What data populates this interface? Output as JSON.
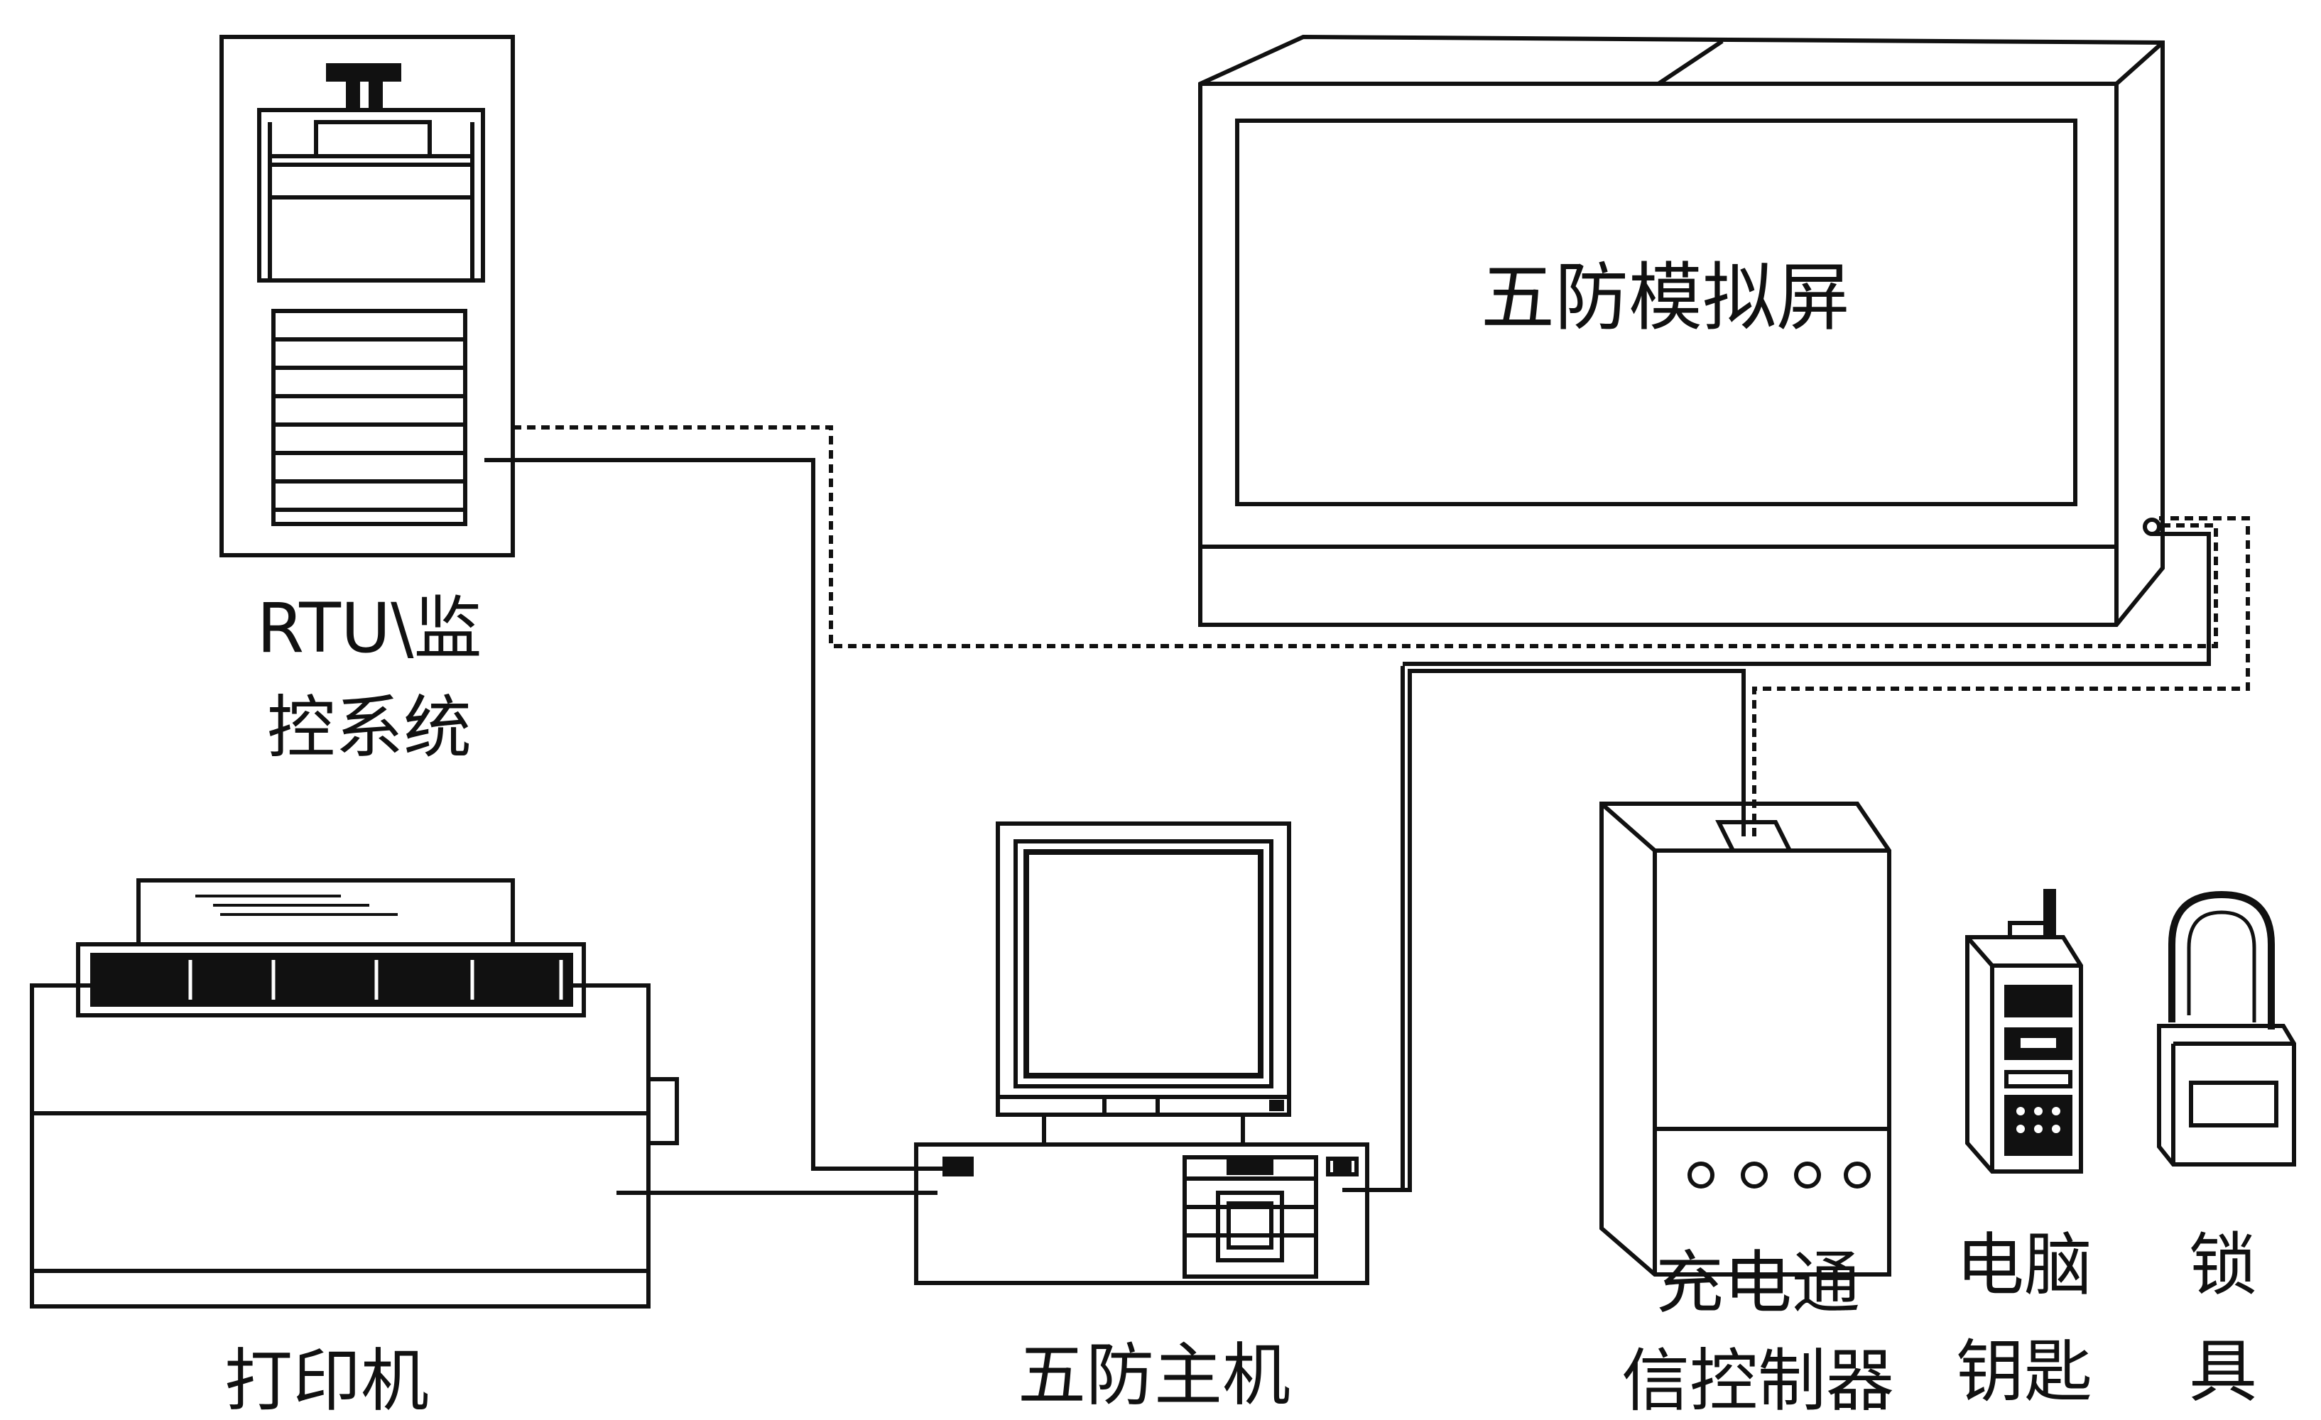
{
  "labels": {
    "rtu_line1": "RTU\\监",
    "rtu_line2": "控系统",
    "screen": "五防模拟屏",
    "printer": "打印机",
    "host": "五防主机",
    "charger_line1": "充电通",
    "charger_line2": "信控制器",
    "key_line1": "电脑",
    "key_line2": "钥匙",
    "lock_line1": "锁",
    "lock_line2": "具"
  },
  "colors": {
    "line": "#111111",
    "fill_dark": "#111111",
    "background": "#ffffff"
  }
}
